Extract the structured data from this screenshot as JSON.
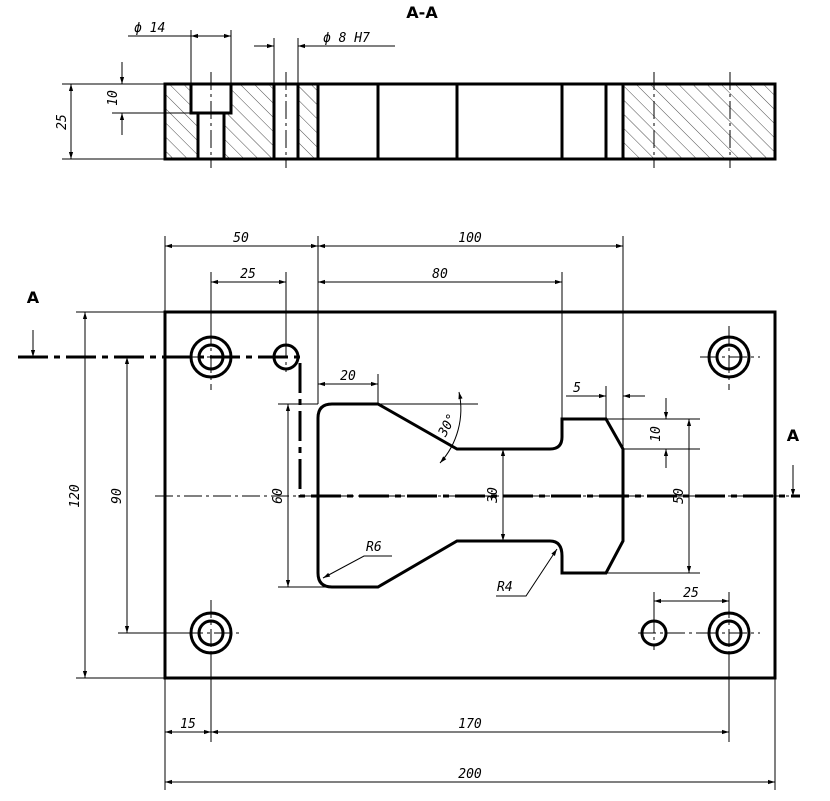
{
  "section_title": "A-A",
  "cut_label_left": "A",
  "cut_label_right": "A",
  "dims": {
    "dia14": "ϕ 14",
    "dia8h7": "ϕ 8  H7",
    "d10_top": "10",
    "d25_left": "25",
    "d50_top": "50",
    "d100_top": "100",
    "d25_hole": "25",
    "d80": "80",
    "d20": "20",
    "angle30": "30°",
    "d5": "5",
    "d10_right": "10",
    "d120": "120",
    "d90": "90",
    "d60": "60",
    "d30": "30",
    "d50_right": "50",
    "r6": "R6",
    "r4": "R4",
    "d25_bottom": "25",
    "d15": "15",
    "d170": "170",
    "d200": "200"
  }
}
